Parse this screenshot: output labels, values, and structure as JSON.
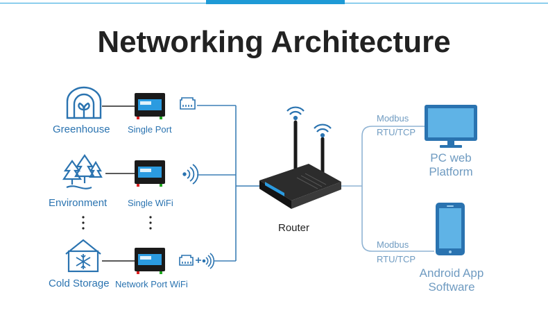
{
  "title": "Networking Architecture",
  "left_nodes": [
    {
      "name": "Greenhouse",
      "device": "Single Port"
    },
    {
      "name": "Environment",
      "device": "Single WiFi"
    },
    {
      "name": "Cold Storage",
      "device": "Network Port WiFi"
    }
  ],
  "router_label": "Router",
  "protocol": {
    "line1": "Modbus",
    "line2": "RTU/TCP"
  },
  "right_nodes": [
    {
      "line1": "PC web",
      "line2": "Platform"
    },
    {
      "line1": "Android App",
      "line2": "Software"
    }
  ],
  "colors": {
    "accent": "#1e9ad6",
    "icon": "#2a73b0",
    "line": "#3b7fb5",
    "gray_line": "#8fb3d3",
    "device_blue": "#2b9be0",
    "dark": "#222222"
  }
}
